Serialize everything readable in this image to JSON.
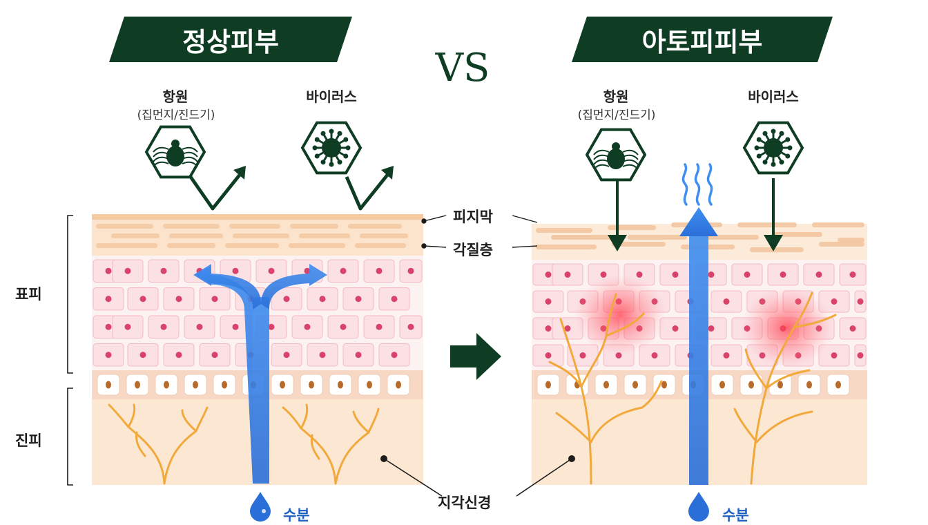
{
  "titles": {
    "normal": "정상피부",
    "atopic": "아토피피부",
    "vs": "VS"
  },
  "threats": {
    "allergen": "항원",
    "allergen_sub": "(집먼지/진드기)",
    "virus": "바이러스"
  },
  "layers": {
    "sebum_film": "피지막",
    "stratum_corneum": "각질층",
    "sensory_nerve": "지각신경"
  },
  "skin_regions": {
    "epidermis": "표피",
    "dermis": "진피"
  },
  "moisture": "수분",
  "colors": {
    "banner": "#0f3d24",
    "arrow_green": "#0f3d24",
    "water": "#2f7fe0",
    "nerve": "#f2a93b",
    "inflammation": "#ff3b4a",
    "cell_nucleus": "#d9436b",
    "basal_nucleus": "#b86a2a"
  },
  "icons": [
    "mite-icon",
    "virus-icon",
    "deflect-arrow-icon",
    "down-arrow-icon",
    "water-drop-icon",
    "steam-icon",
    "transition-arrow-icon"
  ]
}
